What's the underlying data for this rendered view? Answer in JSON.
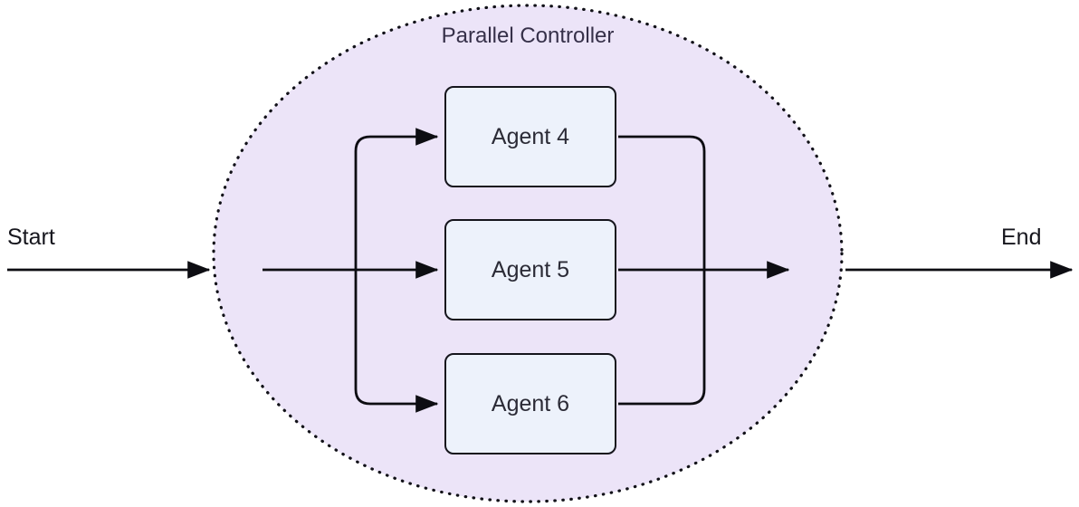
{
  "diagram": {
    "type": "flowchart",
    "title": "Parallel Controller",
    "start_label": "Start",
    "end_label": "End",
    "controller": {
      "label": "Parallel Controller",
      "shape": "dashed-ellipse",
      "contains": [
        "Agent 4",
        "Agent 5",
        "Agent 6"
      ]
    },
    "agents": [
      {
        "label": "Agent 4"
      },
      {
        "label": "Agent 5"
      },
      {
        "label": "Agent 6"
      }
    ],
    "flow": "Start -> Parallel Controller (fan-out to Agent 4, Agent 5, Agent 6 in parallel, fan-in) -> End",
    "colors": {
      "background": "#ffffff",
      "controller_fill": "#ece4f8",
      "controller_border": "#111118",
      "node_fill": "#edf2fb",
      "node_border": "#15151c",
      "arrow": "#0d0d12",
      "title_text": "#363049",
      "node_text": "#2b2b36",
      "label_text": "#16161d"
    }
  }
}
